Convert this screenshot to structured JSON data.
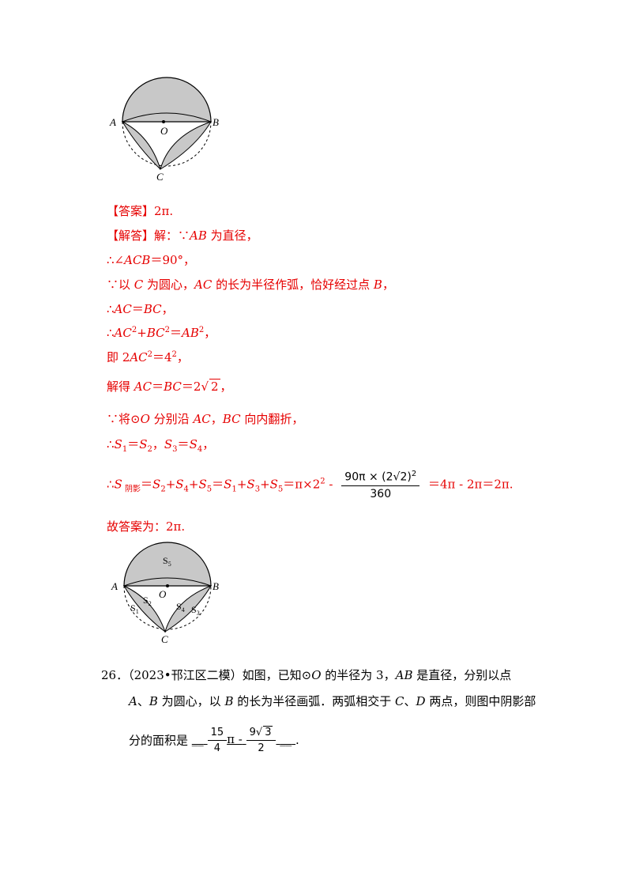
{
  "figure1": {
    "labels": {
      "A": "A",
      "B": "B",
      "O": "O",
      "C": "C"
    }
  },
  "figure2": {
    "labels": {
      "A": "A",
      "B": "B",
      "O": "O",
      "C": "C",
      "S1": "S",
      "S2": "S",
      "S3": "S",
      "S4": "S",
      "S5": "S",
      "sub1": "1",
      "sub2": "2",
      "sub3": "3",
      "sub4": "4",
      "sub5": "5"
    }
  },
  "answer": {
    "tag": "【答案】",
    "value": "2π."
  },
  "solution": {
    "tag": "【解答】",
    "l1": {
      "a": "解：∵",
      "b": "AB",
      "c": " 为直径，"
    },
    "l2": {
      "a": "∴∠",
      "b": "ACB",
      "c": "＝90°，"
    },
    "l3": {
      "a": "∵以 ",
      "b": "C",
      "c": " 为圆心，",
      "d": "AC",
      "e": " 的长为半径作弧，恰好经过点 ",
      "f": "B",
      "g": "，"
    },
    "l4": {
      "a": "∴",
      "b": "AC",
      "c": "＝",
      "d": "BC",
      "e": "，"
    },
    "l5": {
      "a": "∴",
      "b": "AC",
      "c": "2",
      "d": "+",
      "e": "BC",
      "f": "2",
      "g": "＝",
      "h": "AB",
      "i": "2",
      "j": "，"
    },
    "l6": {
      "a": "即 2",
      "b": "AC",
      "c": "2",
      "d": "＝4",
      "e": "2",
      "f": "，"
    },
    "l7": {
      "a": "解得 ",
      "b": "AC",
      "c": "＝",
      "d": "BC",
      "e": "＝2",
      "f": "√",
      "g": "2",
      "h": "，"
    },
    "l8": {
      "a": "∵将⊙",
      "b": "O",
      "c": " 分别沿 ",
      "d": "AC",
      "e": "，",
      "f": "BC",
      "g": " 向内翻折，"
    },
    "l9": {
      "a": "∴",
      "b": "S",
      "c": "1",
      "d": "＝",
      "e": "S",
      "f": "2",
      "g": "，",
      "h": "S",
      "i": "3",
      "j": "＝",
      "k": "S",
      "l": "4",
      "m": "，"
    },
    "l10": {
      "a": "∴",
      "b": "S",
      "c": " 阴影",
      "d": "＝",
      "e": "S",
      "f": "2",
      "g": "+",
      "h": "S",
      "i": "4",
      "j": "+",
      "k": "S",
      "l": "5",
      "m": "＝",
      "n": "S",
      "o": "1",
      "p": "+",
      "q": "S",
      "r": "3",
      "s": "+",
      "t": "S",
      "u": "5",
      "v": "＝π×2",
      "w": "2",
      "x": " -",
      "frac_num": "90π × (2√2)",
      "frac_num_exp": "2",
      "frac_den": "360",
      "tail": "＝4π - 2π＝2π."
    },
    "final": "故答案为：2π."
  },
  "q26": {
    "number": "26．",
    "source": "（2023•邗江区二模）",
    "text1": "如图，已知⊙",
    "o": "O",
    "text2": " 的半径为 3，",
    "ab": "AB",
    "text3": " 是直径，分别以点",
    "line2a": "A",
    "line2b": "、",
    "line2c": "B",
    "line2d": " 为圆心，以 ",
    "line2e": "B",
    "line2f": " 的长为半径画弧．两弧相交于 ",
    "line2g": "C",
    "line2h": "、",
    "line2i": "D",
    "line2j": " 两点，则图中阴影部",
    "line3a": "分的面积是",
    "blank_lead": "__",
    "frac1_num": "15",
    "frac1_den": "4",
    "pi_minus": "π -",
    "frac2_num_a": "9",
    "frac2_num_b": "3",
    "frac2_den": "2",
    "blank_tail": "__",
    "period": "."
  }
}
